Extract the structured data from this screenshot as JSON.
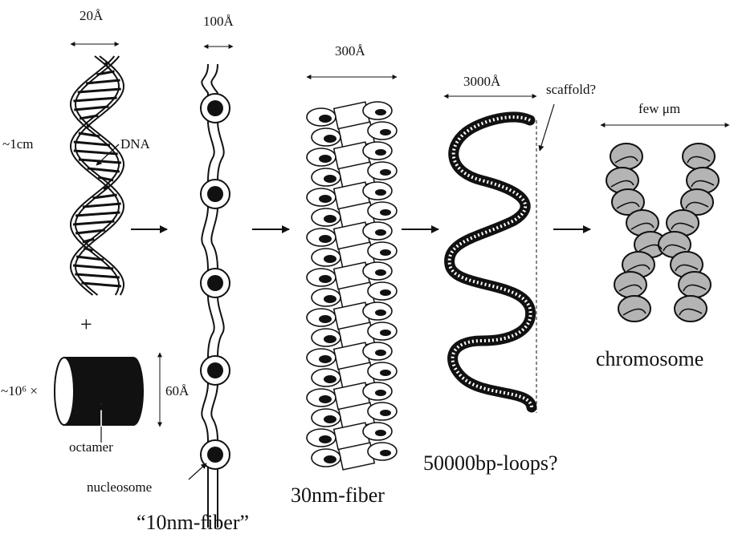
{
  "stages": {
    "dna": {
      "width_label": "20Å",
      "length_label": "~1cm",
      "name": "DNA",
      "plus": "+",
      "count_label": "~10⁶ ×",
      "height_label": "60Å",
      "octamer_label": "octamer"
    },
    "ten_nm": {
      "width_label": "100Å",
      "nucleosome_label": "nucleosome",
      "name": "“10nm-fiber”"
    },
    "thirty_nm": {
      "width_label": "300Å",
      "name": "30nm-fiber"
    },
    "loops": {
      "width_label": "3000Å",
      "scaffold_label": "scaffold?",
      "name": "50000bp-loops?"
    },
    "chromosome": {
      "width_label": "few μm",
      "name": "chromosome"
    }
  },
  "colors": {
    "ink": "#111111",
    "chromosome_fill": "#b4b4b4",
    "background": "#ffffff"
  }
}
